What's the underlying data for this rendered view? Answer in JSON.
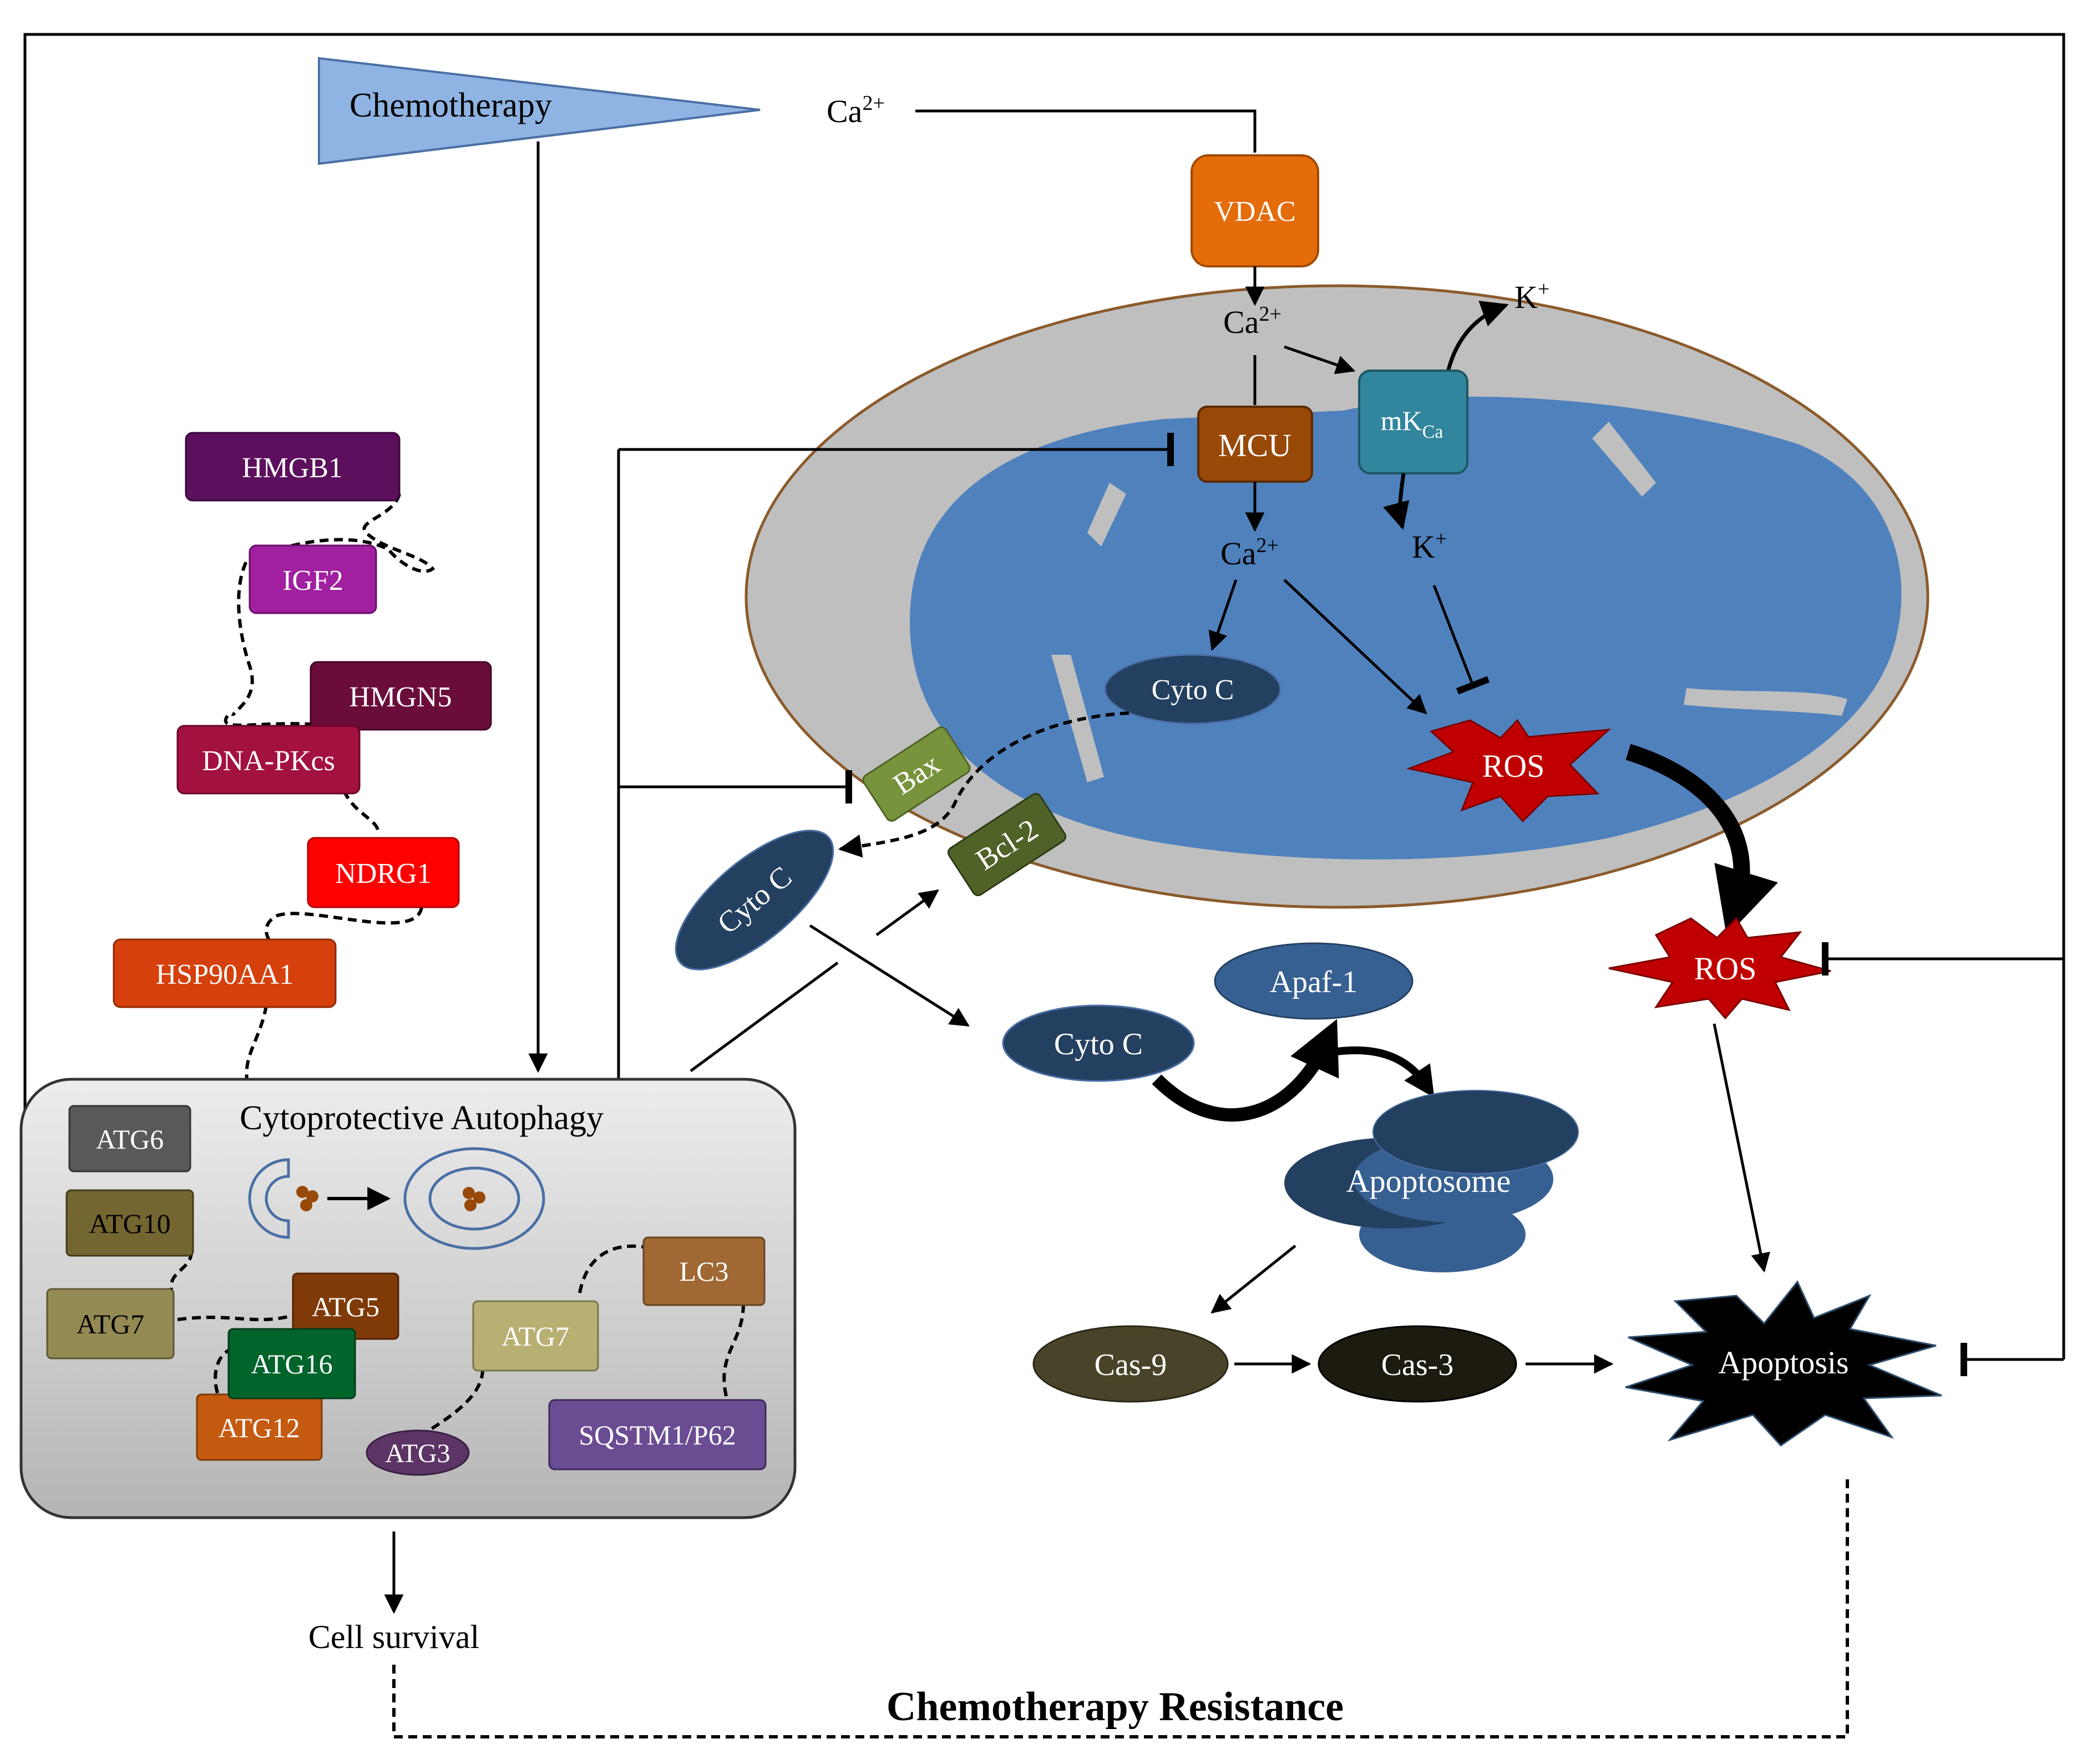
{
  "chemotherapy": "Chemotherapy",
  "ca_label": "Ca",
  "ca_sup": "2+",
  "k_label": "K",
  "k_sup": "+",
  "vdac": "VDAC",
  "mcu": "MCU",
  "mk_main": "mK",
  "mk_sub": "Ca",
  "cyto_c": "Cyto C",
  "bax": "Bax",
  "bcl2": "Bcl-2",
  "ros": "ROS",
  "apaf1": "Apaf-1",
  "apoptosome": "Apoptosome",
  "cas9": "Cas-9",
  "cas3": "Cas-3",
  "apoptosis": "Apoptosis",
  "autophagy_title": "Cytoprotective Autophagy",
  "cell_survival": "Cell survival",
  "resistance": "Chemotherapy Resistance",
  "proteins": {
    "hmgb1": "HMGB1",
    "igf2": "IGF2",
    "hmgn5": "HMGN5",
    "dnapkcs": "DNA-PKcs",
    "ndrg1": "NDRG1",
    "hsp90aa1": "HSP90AA1"
  },
  "atg": {
    "atg6": "ATG6",
    "atg10": "ATG10",
    "atg7a": "ATG7",
    "atg5": "ATG5",
    "atg16": "ATG16",
    "atg12": "ATG12",
    "atg7b": "ATG7",
    "atg3": "ATG3",
    "lc3": "LC3",
    "sqstm1": "SQSTM1/P62"
  },
  "colors": {
    "chemo_wedge": "#8fb4e3",
    "vdac": "#e46c0a",
    "mcu": "#984807",
    "mkca": "#31859c",
    "mito_outer": "#bfbfbf",
    "mito_inner": "#4f81bd",
    "navy_ellipse": "#244061",
    "ros_red": "#c00000",
    "bax": "#77933c",
    "bcl2": "#4f6228",
    "hmgb1": "#5c0f5c",
    "igf2": "#a020a0",
    "hmgn5": "#6b0d3b",
    "dnapkcs": "#a3113f",
    "ndrg1": "#ff0000",
    "hsp90aa1": "#d6400c"
  }
}
